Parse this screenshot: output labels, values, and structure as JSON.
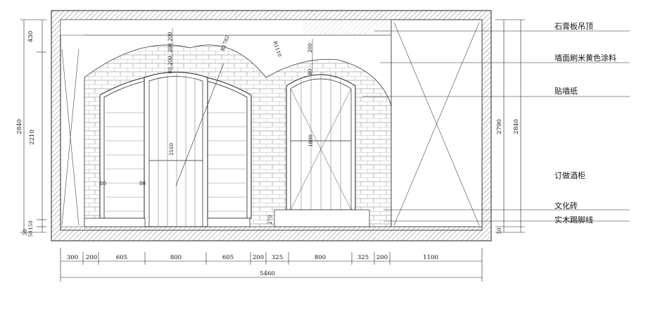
{
  "labels": {
    "ceiling": "石膏板吊顶",
    "wall_paint": "墙面刷米黄色涂料",
    "wallpaper": "贴墙纸",
    "wine_cabinet": "订做酒柜",
    "culture_brick": "文化砖",
    "baseboard": "实木踢脚线"
  },
  "bottom_dims": [
    "300",
    "200",
    "605",
    "800",
    "605",
    "200",
    "325",
    "800",
    "325",
    "200",
    "1100"
  ],
  "total_width": "5460",
  "left_dims": {
    "overall": "2840",
    "top": "430",
    "middle": "2210",
    "bottom_a": "150",
    "bottom_b": "50",
    "bottom_c": "50"
  },
  "right_dims": {
    "inner": "2790",
    "overall": "2840",
    "bottom": "50"
  },
  "inner_dims": {
    "d200_a": "200",
    "d200_b": "200",
    "d200_c": "200",
    "d200_d": "200",
    "d80_a": "80",
    "d2160": "2160",
    "d1800": "1800",
    "d80_b": "80",
    "d80_c": "80",
    "d80_d": "80",
    "d270": "270",
    "r1782": "R1782",
    "r1110": "R1110"
  }
}
